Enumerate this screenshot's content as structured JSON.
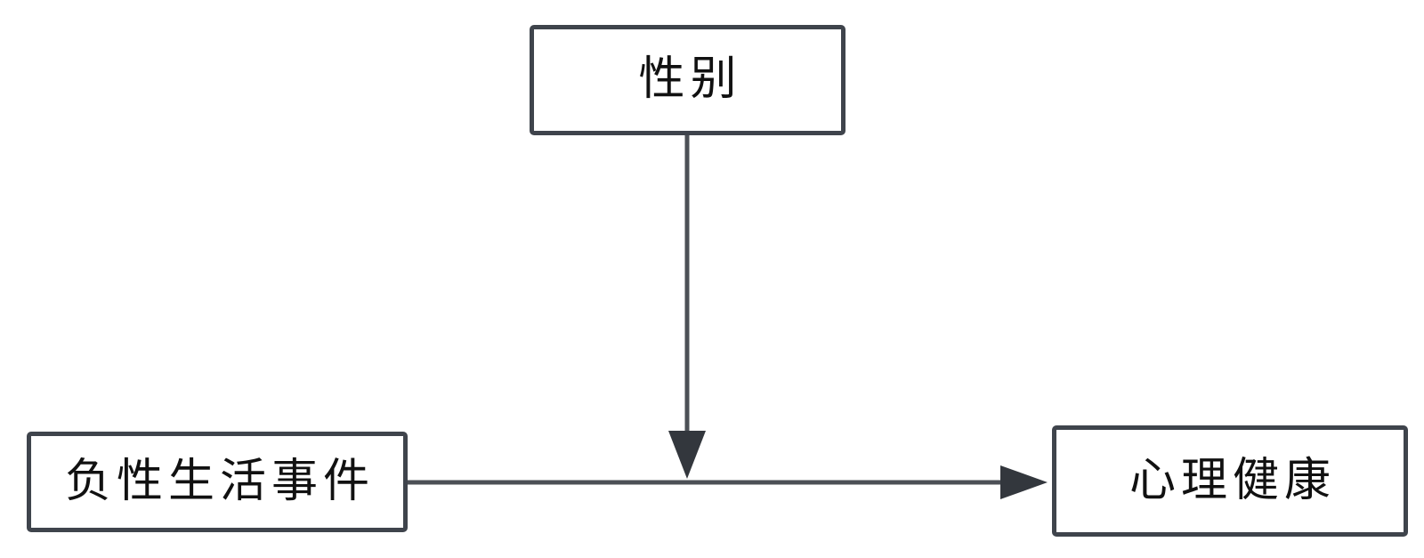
{
  "diagram": {
    "type": "path-diagram",
    "nodes": [
      {
        "id": "gender",
        "label": "性别"
      },
      {
        "id": "negative-life-events",
        "label": "负性生活事件"
      },
      {
        "id": "mental-health",
        "label": "心理健康"
      }
    ],
    "edges": [
      {
        "from": "negative-life-events",
        "to": "mental-health",
        "style": "solid-arrow",
        "direction": "right"
      },
      {
        "from": "gender",
        "to": "path:negative-life-events->mental-health",
        "style": "solid-arrow",
        "direction": "down"
      }
    ],
    "colors": {
      "background": "#ffffff",
      "box_border": "#3f444c",
      "line": "#4c5056",
      "arrowhead": "#33373d",
      "text": "#111111"
    }
  }
}
